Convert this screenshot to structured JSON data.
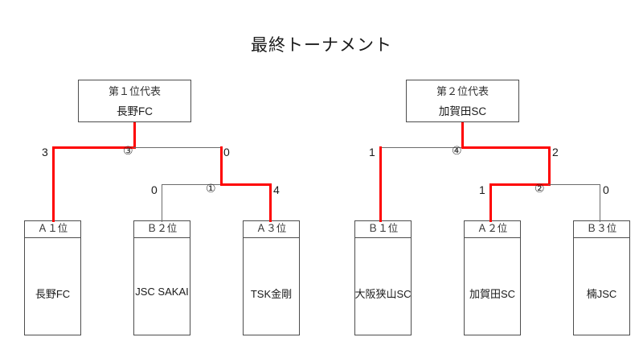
{
  "page": {
    "title": "最終トーナメント"
  },
  "champions": [
    {
      "rank": "第１位代表",
      "team": "長野FC"
    },
    {
      "rank": "第２位代表",
      "team": "加賀田SC"
    }
  ],
  "teams": [
    {
      "rank": "Ａ１位",
      "team": "長野FC"
    },
    {
      "rank": "Ｂ２位",
      "team": "JSC SAKAI"
    },
    {
      "rank": "Ａ３位",
      "team": "TSK金剛"
    },
    {
      "rank": "Ｂ１位",
      "team": "大阪狭山SC"
    },
    {
      "rank": "Ａ２位",
      "team": "加賀田SC"
    },
    {
      "rank": "Ｂ３位",
      "team": "楠JSC"
    }
  ],
  "matches": [
    {
      "number": "①",
      "left_score": "0",
      "right_score": "4",
      "left_team": "JSC SAKAI",
      "right_team": "TSK金剛",
      "winner": "right"
    },
    {
      "number": "②",
      "left_score": "1",
      "right_score": "0",
      "left_team": "加賀田SC",
      "right_team": "楠JSC",
      "winner": "left"
    },
    {
      "number": "③",
      "left_score": "3",
      "right_score": "0",
      "left_team": "長野FC",
      "right_team": "TSK金剛",
      "winner": "left"
    },
    {
      "number": "④",
      "left_score": "1",
      "right_score": "2",
      "left_team": "大阪狭山SC",
      "right_team": "加賀田SC",
      "winner": "right"
    }
  ],
  "colors": {
    "winner_path": "#fe0000",
    "line": "#6b6b6b",
    "border": "#4d4d4d",
    "text": "#1a1a1a"
  }
}
